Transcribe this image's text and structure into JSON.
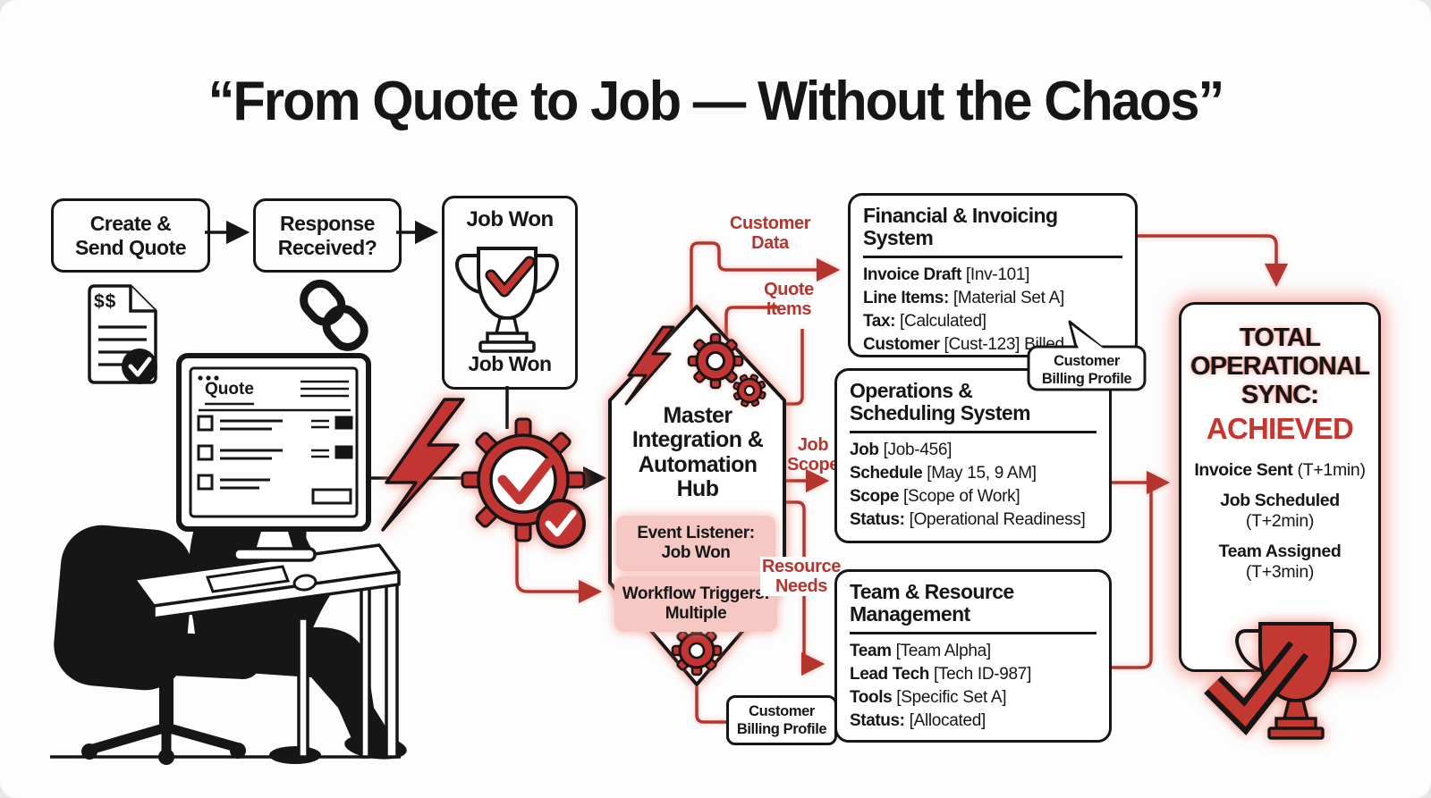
{
  "title": {
    "text": "“From Quote to Job — Without the Chaos”"
  },
  "flow": {
    "create": "Create &\nSend Quote",
    "response": "Response\nReceived?",
    "job_won_title": "Job Won",
    "job_won_caption": "Job Won"
  },
  "hub": {
    "title": "Master\nIntegration &\nAutomation\nHub",
    "event_listener": "Event Listener:\nJob Won",
    "workflow_triggers": "Workflow Triggers:\nMultiple"
  },
  "labels": {
    "customer_data": "Customer\nData",
    "quote_items": "Quote\nItems",
    "job_scope": "Job\nScope",
    "resource_needs": "Resource\nNeeds"
  },
  "bubble": {
    "text": "Customer\nBilling Profile"
  },
  "billing_box": {
    "text": "Customer\nBilling Profile"
  },
  "systems": {
    "financial": {
      "title": "Financial & Invoicing System",
      "items": [
        {
          "label": "Invoice Draft",
          "value": "[Inv-101]"
        },
        {
          "label": "Line Items:",
          "value": "[Material Set A]"
        },
        {
          "label": "Tax:",
          "value": "[Calculated]"
        },
        {
          "label": "Customer",
          "value": "[Cust-123] Billed"
        }
      ]
    },
    "operations": {
      "title": "Operations &\nScheduling System",
      "items": [
        {
          "label": "Job",
          "value": "[Job-456]"
        },
        {
          "label": "Schedule",
          "value": "[May 15, 9 AM]"
        },
        {
          "label": "Scope",
          "value": "[Scope of Work]"
        },
        {
          "label": "Status:",
          "value": "[Operational Readiness]"
        }
      ]
    },
    "team": {
      "title": "Team & Resource\nManagement",
      "items": [
        {
          "label": "Team",
          "value": "[Team Alpha]"
        },
        {
          "label": "Lead Tech",
          "value": "[Tech ID-987]"
        },
        {
          "label": "Tools",
          "value": "[Specific Set A]"
        },
        {
          "label": "Status:",
          "value": "[Allocated]"
        }
      ]
    }
  },
  "result": {
    "heading_black": "TOTAL\nOPERATIONAL\nSYNC:",
    "heading_red": "ACHIEVED",
    "items": [
      {
        "label": "Invoice Sent",
        "time": "(T+1min)"
      },
      {
        "label": "Job Scheduled",
        "time": "(T+2min)"
      },
      {
        "label": "Team Assigned",
        "time": "(T+3min)"
      }
    ]
  },
  "monitor": {
    "screen_title": "Quote"
  },
  "doc": {
    "dollars": "$$"
  },
  "colors": {
    "accent_red": "#c23630",
    "line_red": "#b5352f",
    "pink": "#f5c8c3",
    "ink": "#161616",
    "achieved_red": "#c9352e"
  }
}
